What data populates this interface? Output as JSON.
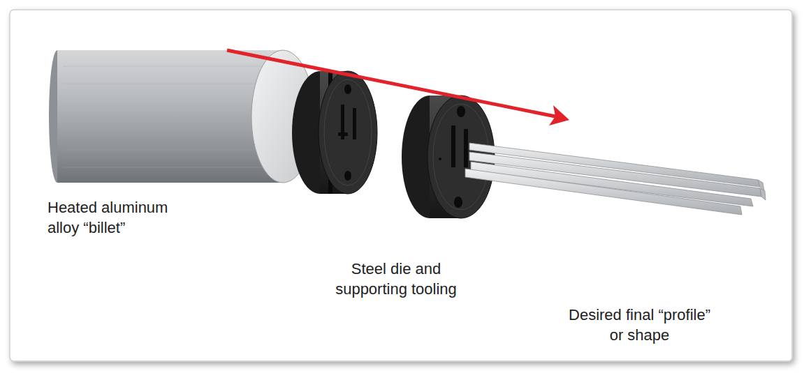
{
  "diagram": {
    "labels": [
      "Heated aluminum alloy “billet”",
      "Steel die and supporting tooling",
      "Desired final “profile” or shape"
    ]
  }
}
